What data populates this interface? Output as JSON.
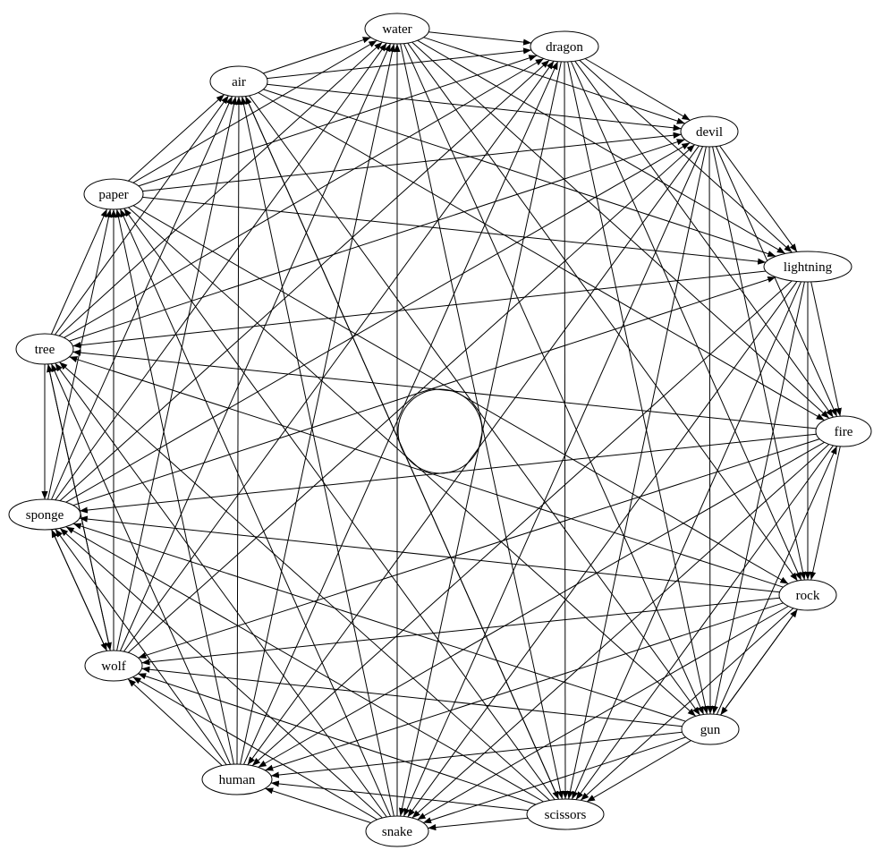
{
  "diagram": {
    "type": "directed-graph",
    "colors": {
      "background": "#ffffff",
      "stroke": "#000000"
    },
    "nodes": [
      {
        "id": "water",
        "label": "water"
      },
      {
        "id": "dragon",
        "label": "dragon"
      },
      {
        "id": "devil",
        "label": "devil"
      },
      {
        "id": "lightning",
        "label": "lightning"
      },
      {
        "id": "fire",
        "label": "fire"
      },
      {
        "id": "rock",
        "label": "rock"
      },
      {
        "id": "gun",
        "label": "gun"
      },
      {
        "id": "scissors",
        "label": "scissors"
      },
      {
        "id": "snake",
        "label": "snake"
      },
      {
        "id": "human",
        "label": "human"
      },
      {
        "id": "wolf",
        "label": "wolf"
      },
      {
        "id": "sponge",
        "label": "sponge"
      },
      {
        "id": "tree",
        "label": "tree"
      },
      {
        "id": "paper",
        "label": "paper"
      },
      {
        "id": "air",
        "label": "air"
      }
    ],
    "edges": [
      {
        "from": "water",
        "to": "dragon"
      },
      {
        "from": "water",
        "to": "devil"
      },
      {
        "from": "water",
        "to": "lightning"
      },
      {
        "from": "water",
        "to": "fire"
      },
      {
        "from": "water",
        "to": "rock"
      },
      {
        "from": "water",
        "to": "gun"
      },
      {
        "from": "water",
        "to": "scissors"
      },
      {
        "from": "dragon",
        "to": "devil"
      },
      {
        "from": "dragon",
        "to": "lightning"
      },
      {
        "from": "dragon",
        "to": "fire"
      },
      {
        "from": "dragon",
        "to": "rock"
      },
      {
        "from": "dragon",
        "to": "gun"
      },
      {
        "from": "dragon",
        "to": "scissors"
      },
      {
        "from": "dragon",
        "to": "snake"
      },
      {
        "from": "devil",
        "to": "lightning"
      },
      {
        "from": "devil",
        "to": "fire"
      },
      {
        "from": "devil",
        "to": "rock"
      },
      {
        "from": "devil",
        "to": "gun"
      },
      {
        "from": "devil",
        "to": "scissors"
      },
      {
        "from": "devil",
        "to": "snake"
      },
      {
        "from": "devil",
        "to": "human"
      },
      {
        "from": "lightning",
        "to": "fire"
      },
      {
        "from": "lightning",
        "to": "rock"
      },
      {
        "from": "lightning",
        "to": "gun"
      },
      {
        "from": "lightning",
        "to": "scissors"
      },
      {
        "from": "lightning",
        "to": "snake"
      },
      {
        "from": "lightning",
        "to": "human"
      },
      {
        "from": "lightning",
        "to": "tree"
      },
      {
        "from": "fire",
        "to": "rock"
      },
      {
        "from": "fire",
        "to": "scissors"
      },
      {
        "from": "fire",
        "to": "snake"
      },
      {
        "from": "fire",
        "to": "human"
      },
      {
        "from": "fire",
        "to": "wolf"
      },
      {
        "from": "fire",
        "to": "sponge"
      },
      {
        "from": "fire",
        "to": "tree"
      },
      {
        "from": "rock",
        "to": "gun"
      },
      {
        "from": "rock",
        "to": "scissors"
      },
      {
        "from": "rock",
        "to": "snake"
      },
      {
        "from": "rock",
        "to": "human"
      },
      {
        "from": "rock",
        "to": "wolf"
      },
      {
        "from": "rock",
        "to": "sponge"
      },
      {
        "from": "rock",
        "to": "tree"
      },
      {
        "from": "gun",
        "to": "fire"
      },
      {
        "from": "gun",
        "to": "rock"
      },
      {
        "from": "gun",
        "to": "scissors"
      },
      {
        "from": "gun",
        "to": "snake"
      },
      {
        "from": "gun",
        "to": "human"
      },
      {
        "from": "gun",
        "to": "wolf"
      },
      {
        "from": "gun",
        "to": "sponge"
      },
      {
        "from": "scissors",
        "to": "snake"
      },
      {
        "from": "scissors",
        "to": "human"
      },
      {
        "from": "scissors",
        "to": "wolf"
      },
      {
        "from": "scissors",
        "to": "sponge"
      },
      {
        "from": "scissors",
        "to": "tree"
      },
      {
        "from": "scissors",
        "to": "paper"
      },
      {
        "from": "scissors",
        "to": "air"
      },
      {
        "from": "snake",
        "to": "human"
      },
      {
        "from": "snake",
        "to": "wolf"
      },
      {
        "from": "snake",
        "to": "sponge"
      },
      {
        "from": "snake",
        "to": "tree"
      },
      {
        "from": "snake",
        "to": "paper"
      },
      {
        "from": "snake",
        "to": "air"
      },
      {
        "from": "snake",
        "to": "water"
      },
      {
        "from": "human",
        "to": "wolf"
      },
      {
        "from": "human",
        "to": "sponge"
      },
      {
        "from": "human",
        "to": "tree"
      },
      {
        "from": "human",
        "to": "paper"
      },
      {
        "from": "human",
        "to": "air"
      },
      {
        "from": "human",
        "to": "water"
      },
      {
        "from": "human",
        "to": "dragon"
      },
      {
        "from": "wolf",
        "to": "sponge"
      },
      {
        "from": "wolf",
        "to": "tree"
      },
      {
        "from": "wolf",
        "to": "paper"
      },
      {
        "from": "wolf",
        "to": "air"
      },
      {
        "from": "wolf",
        "to": "water"
      },
      {
        "from": "wolf",
        "to": "dragon"
      },
      {
        "from": "wolf",
        "to": "devil"
      },
      {
        "from": "sponge",
        "to": "paper"
      },
      {
        "from": "sponge",
        "to": "air"
      },
      {
        "from": "sponge",
        "to": "water"
      },
      {
        "from": "sponge",
        "to": "dragon"
      },
      {
        "from": "sponge",
        "to": "devil"
      },
      {
        "from": "sponge",
        "to": "lightning"
      },
      {
        "from": "sponge",
        "to": "wolf"
      },
      {
        "from": "tree",
        "to": "sponge"
      },
      {
        "from": "tree",
        "to": "paper"
      },
      {
        "from": "tree",
        "to": "air"
      },
      {
        "from": "tree",
        "to": "water"
      },
      {
        "from": "tree",
        "to": "dragon"
      },
      {
        "from": "tree",
        "to": "devil"
      },
      {
        "from": "tree",
        "to": "wolf"
      },
      {
        "from": "paper",
        "to": "air"
      },
      {
        "from": "paper",
        "to": "water"
      },
      {
        "from": "paper",
        "to": "dragon"
      },
      {
        "from": "paper",
        "to": "devil"
      },
      {
        "from": "paper",
        "to": "lightning"
      },
      {
        "from": "paper",
        "to": "rock"
      },
      {
        "from": "paper",
        "to": "gun"
      },
      {
        "from": "air",
        "to": "water"
      },
      {
        "from": "air",
        "to": "dragon"
      },
      {
        "from": "air",
        "to": "devil"
      },
      {
        "from": "air",
        "to": "lightning"
      },
      {
        "from": "air",
        "to": "fire"
      },
      {
        "from": "air",
        "to": "gun"
      },
      {
        "from": "air",
        "to": "scissors"
      }
    ]
  }
}
